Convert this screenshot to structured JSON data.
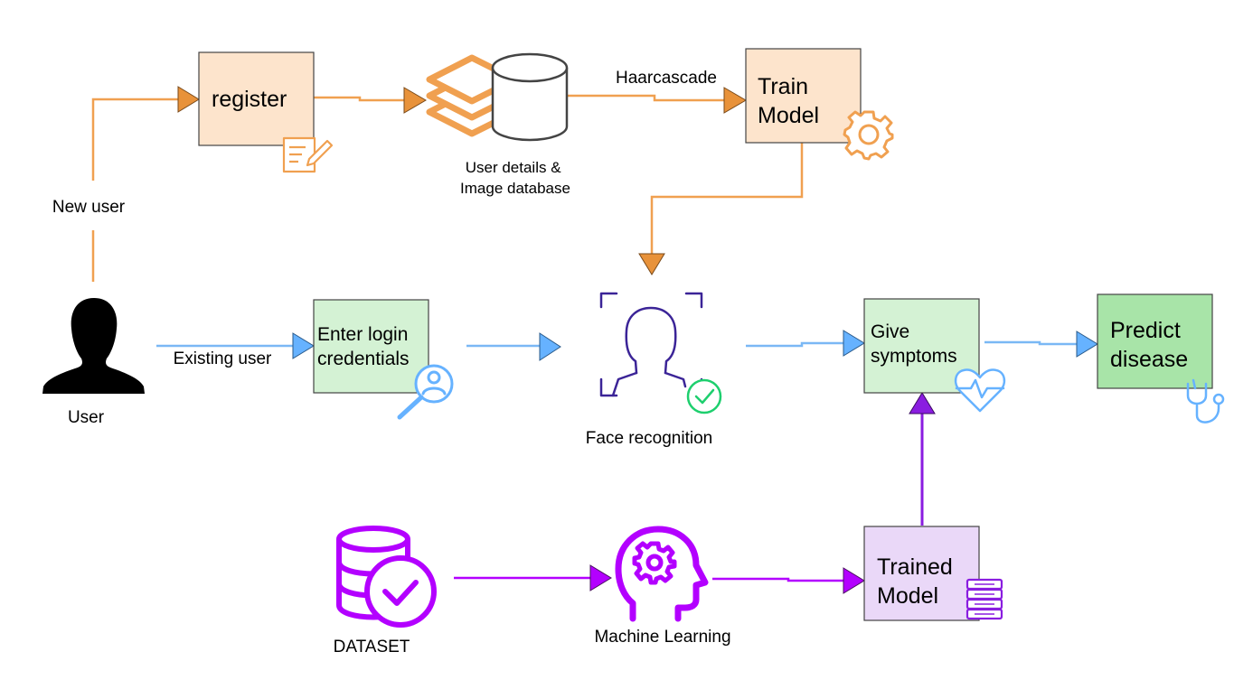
{
  "colors": {
    "orange": "#f0a050",
    "orange_dark": "#e8923a",
    "orange_box": "#fde4cc",
    "blue": "#7ab8f5",
    "blue_icon": "#66b2ff",
    "green_box": "#d4f2d4",
    "green_dark_box": "#a8e4a8",
    "purple": "#9b1fe8",
    "purple_box": "#ead8f8",
    "magenta": "#b300ff",
    "indigo": "#3b2497",
    "check_green": "#1ecf6e",
    "user_black": "#000000"
  },
  "boxes": {
    "register": {
      "lines": [
        "register"
      ]
    },
    "train_model": {
      "lines": [
        "Train",
        "Model"
      ]
    },
    "enter_login": {
      "lines": [
        "Enter login",
        "credentials"
      ]
    },
    "give_symptoms": {
      "lines": [
        "Give",
        "symptoms"
      ]
    },
    "predict_disease": {
      "lines": [
        "Predict",
        "disease"
      ]
    },
    "trained_model": {
      "lines": [
        "Trained",
        "Model"
      ]
    }
  },
  "labels": {
    "new_user": "New user",
    "existing_user": "Existing user",
    "user": "User",
    "haarcascade": "Haarcascade",
    "database_line1": "User details &",
    "database_line2": "Image database",
    "face_recognition": "Face recognition",
    "dataset": "DATASET",
    "machine_learning": "Machine Learning"
  },
  "icons": {
    "user": "user-silhouette-icon",
    "register": "edit-document-icon",
    "database": "layers-database-icon",
    "train": "gear-icon",
    "login": "user-search-icon",
    "face": "face-scan-icon",
    "symptoms": "heartbeat-icon",
    "predict": "stethoscope-icon",
    "dataset": "database-check-icon",
    "ml": "brain-gear-icon",
    "trained": "server-stack-icon"
  }
}
